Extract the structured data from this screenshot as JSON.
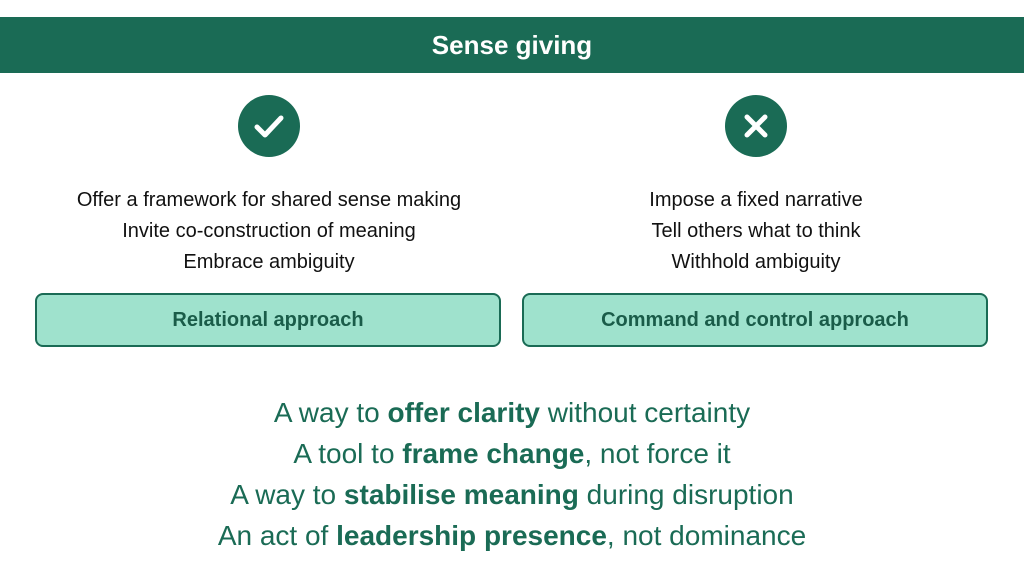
{
  "title": "Sense giving",
  "left": {
    "icon": "check-icon",
    "points": [
      "Offer a framework for shared sense making",
      "Invite co-construction of meaning",
      "Embrace ambiguity"
    ],
    "approach_label": "Relational approach"
  },
  "right": {
    "icon": "cross-icon",
    "points": [
      "Impose a fixed narrative",
      "Tell others what to think",
      "Withhold ambiguity"
    ],
    "approach_label": "Command and control approach"
  },
  "summary": [
    {
      "pre": "A way to ",
      "bold": "offer clarity",
      "post": " without certainty"
    },
    {
      "pre": "A tool to ",
      "bold": "frame change",
      "post": ", not force it"
    },
    {
      "pre": "A way to ",
      "bold": "stabilise meaning",
      "post": " during disruption"
    },
    {
      "pre": "An act of ",
      "bold": "leadership presence",
      "post": ", not dominance"
    }
  ],
  "colors": {
    "header_bg": "#1a6b55",
    "approach_bg": "#9fe2cd",
    "accent_text": "#1a6b55"
  }
}
